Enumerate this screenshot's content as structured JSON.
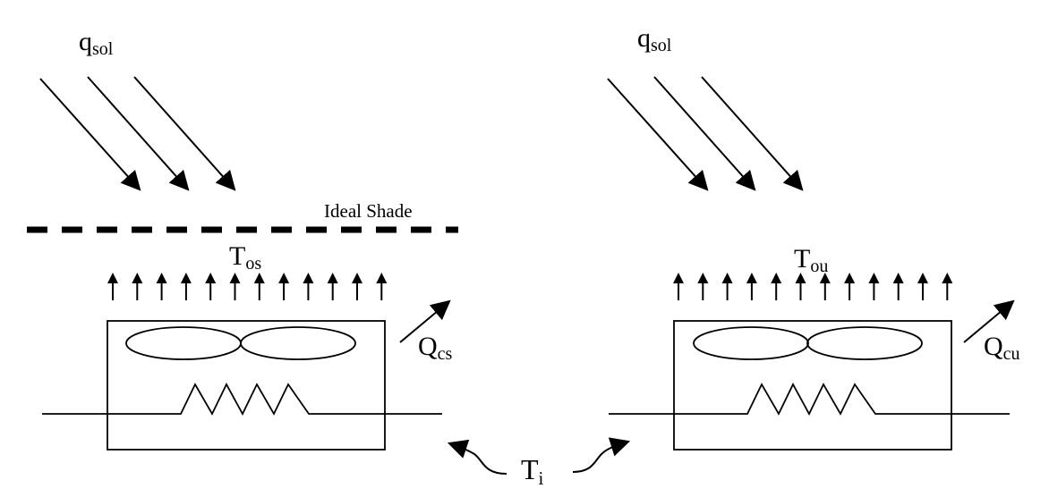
{
  "left_panel": {
    "solar_label": {
      "main": "q",
      "sub": "sol"
    },
    "shade_label": "Ideal Shade",
    "outdoor_temp_label": {
      "main": "T",
      "sub": "os"
    },
    "heat_rejection_label": {
      "main": "Q",
      "sub": "cs"
    }
  },
  "right_panel": {
    "solar_label": {
      "main": "q",
      "sub": "sol"
    },
    "outdoor_temp_label": {
      "main": "T",
      "sub": "ou"
    },
    "heat_rejection_label": {
      "main": "Q",
      "sub": "cu"
    }
  },
  "indoor_temp_label": {
    "main": "T",
    "sub": "i"
  }
}
